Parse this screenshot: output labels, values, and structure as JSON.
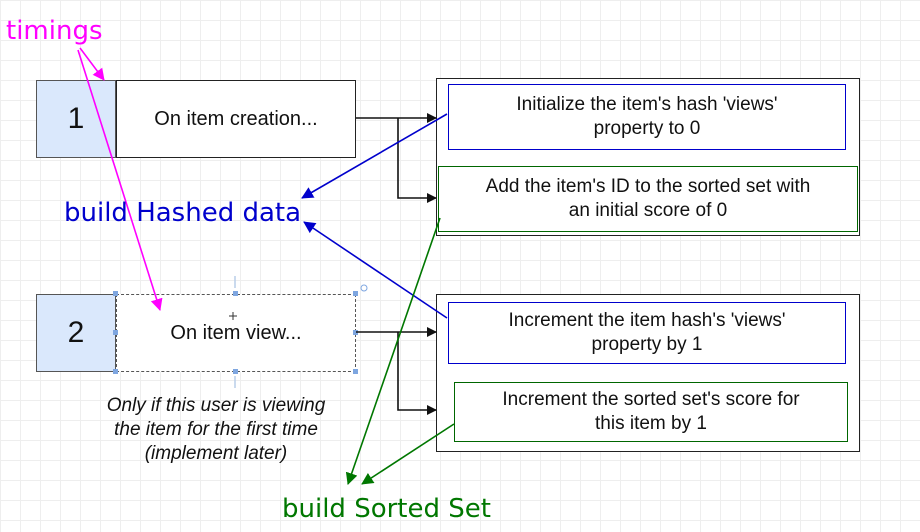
{
  "steps": [
    {
      "number": "1",
      "label": "On item creation..."
    },
    {
      "number": "2",
      "label": "On item view...",
      "note": [
        "Only if this user is viewing",
        "the item for the first time",
        "(implement later)"
      ]
    }
  ],
  "actions": {
    "init_hash": [
      "Initialize the item's hash 'views'",
      "property to 0"
    ],
    "add_sorted": [
      "Add the item's ID to the sorted set with",
      "an initial score of 0"
    ],
    "incr_hash": [
      "Increment the item hash's 'views'",
      "property by 1"
    ],
    "incr_sorted": [
      "Increment the sorted set's score for",
      "this item by 1"
    ]
  },
  "annotations": {
    "timings": {
      "text": "timings",
      "color": "#ff00ff"
    },
    "hashed": {
      "text": "build Hashed data",
      "color": "#0000cc"
    },
    "sorted": {
      "text": "build Sorted Set",
      "color": "#007700"
    }
  }
}
